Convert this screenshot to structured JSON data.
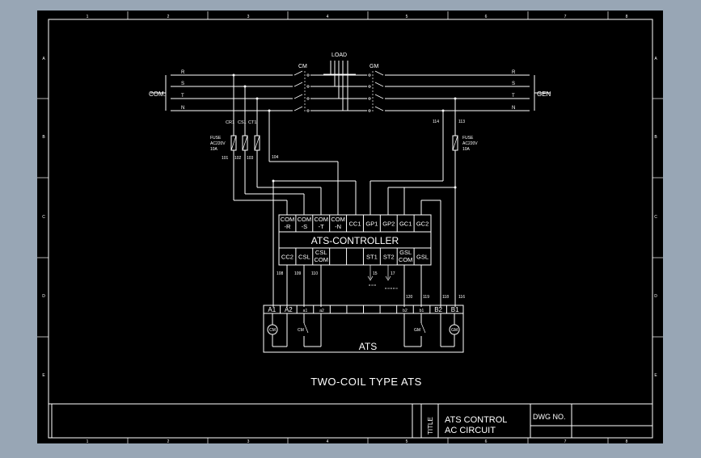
{
  "drawing": {
    "colors": {
      "frame_bg": "#98a6b5",
      "sheet": "#000000",
      "ink": "#ffffff"
    },
    "border": {
      "top_ticks": [
        "1",
        "2",
        "3",
        "4",
        "5",
        "6",
        "7",
        "8"
      ],
      "side_ticks": [
        "A",
        "B",
        "C",
        "D",
        "E"
      ]
    },
    "bus": {
      "left_labels": [
        "R",
        "S",
        "T",
        "N"
      ],
      "right_labels": [
        "R",
        "S",
        "T",
        "N"
      ],
      "com_label": "COM.",
      "gen_label": "GEN",
      "cm_label": "CM",
      "gm_label": "GM",
      "load_label": "LOAD"
    },
    "fuses": {
      "left_names": [
        "CR1",
        "CS1",
        "CT1"
      ],
      "left_rating": [
        "FUSE",
        "AC220V",
        "10A"
      ],
      "right_rating": [
        "FUSE",
        "AC220V",
        "10A"
      ],
      "left_wires": [
        "101",
        "102",
        "103",
        "104"
      ],
      "right_wires": [
        "114",
        "113"
      ]
    },
    "controller": {
      "top_terminals": [
        "COM -R",
        "COM -S",
        "COM -T",
        "COM -N",
        "CC1",
        "GP1",
        "GP2",
        "GC1",
        "GC2"
      ],
      "name": "ATS-CONTROLLER",
      "bottom_terminals": [
        "CC2",
        "CSL",
        "CSL COM",
        "",
        "",
        "ST1",
        "ST2",
        "GSL COM",
        "GSL"
      ],
      "wire_numbers_left": [
        "108",
        "109",
        "110"
      ],
      "wire_numbers_mid": [
        "15",
        "17"
      ],
      "wire_numbers_right": [
        "120",
        "119",
        "118",
        "116"
      ]
    },
    "ats": {
      "terminals": [
        "A1",
        "A2",
        "a1",
        "a2",
        "",
        "",
        "",
        "",
        "b2",
        "b1",
        "B2",
        "B1"
      ],
      "name": "ATS",
      "coil_cm": "CM",
      "coil_gm": "GM",
      "switch_cm": "CM",
      "switch_gm": "GM"
    },
    "caption": "TWO-COIL TYPE ATS",
    "title_block": {
      "title_label": "TITLE",
      "title_line1": "ATS CONTROL",
      "title_line2": "AC CIRCUIT",
      "dwg_label": "DWG NO."
    }
  }
}
